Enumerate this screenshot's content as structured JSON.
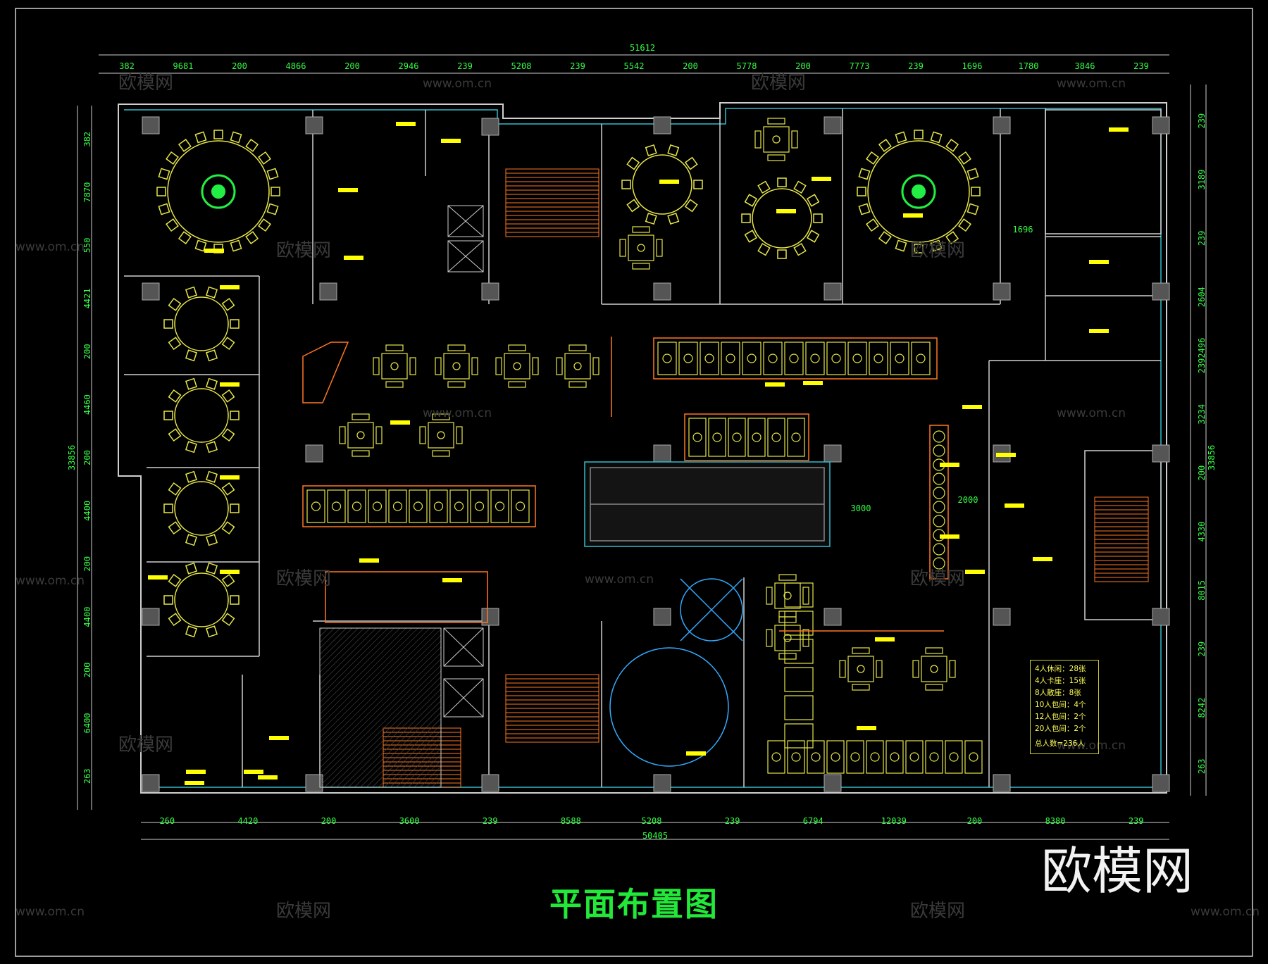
{
  "drawing": {
    "title": "平面布置图",
    "brand": "欧模网",
    "watermarks": [
      "欧模网",
      "www.om.cn"
    ],
    "colors": {
      "background": "#000000",
      "dimension": "#33ff44",
      "wall": "#cfcfcf",
      "furniture": "#e6e64a",
      "stairs": "#ff7722",
      "glass": "#33bbcc",
      "label": "#ffff00"
    }
  },
  "dimensions": {
    "overall_top": "51612",
    "top": [
      "382",
      "9681",
      "200",
      "4866",
      "200",
      "2946",
      "239",
      "5208",
      "239",
      "5542",
      "200",
      "5778",
      "200",
      "7773",
      "239",
      "1696",
      "1780",
      "3846",
      "239"
    ],
    "overall_bottom": "50405",
    "bottom": [
      "260",
      "4420",
      "200",
      "3600",
      "239",
      "8588",
      "5208",
      "239",
      "6794",
      "12039",
      "200",
      "8380",
      "239"
    ],
    "left_total": "33856",
    "left": [
      "382",
      "7870",
      "550",
      "4421",
      "200",
      "4460",
      "200",
      "4400",
      "200",
      "4400",
      "200",
      "6400",
      "263"
    ],
    "right_total": "33856",
    "right": [
      "239",
      "3189",
      "239",
      "2604",
      "2392496",
      "3234",
      "200",
      "4330",
      "8015",
      "239",
      "8242",
      "263"
    ],
    "inner": [
      "1696",
      "3000",
      "2000"
    ]
  },
  "legend": {
    "rows": [
      "4人休闲：28张",
      "4人卡座：15张",
      "8人散座：8张",
      "10人包间：4个",
      "12人包间：2个",
      "20人包间：2个"
    ],
    "total": "总人数=236人"
  }
}
